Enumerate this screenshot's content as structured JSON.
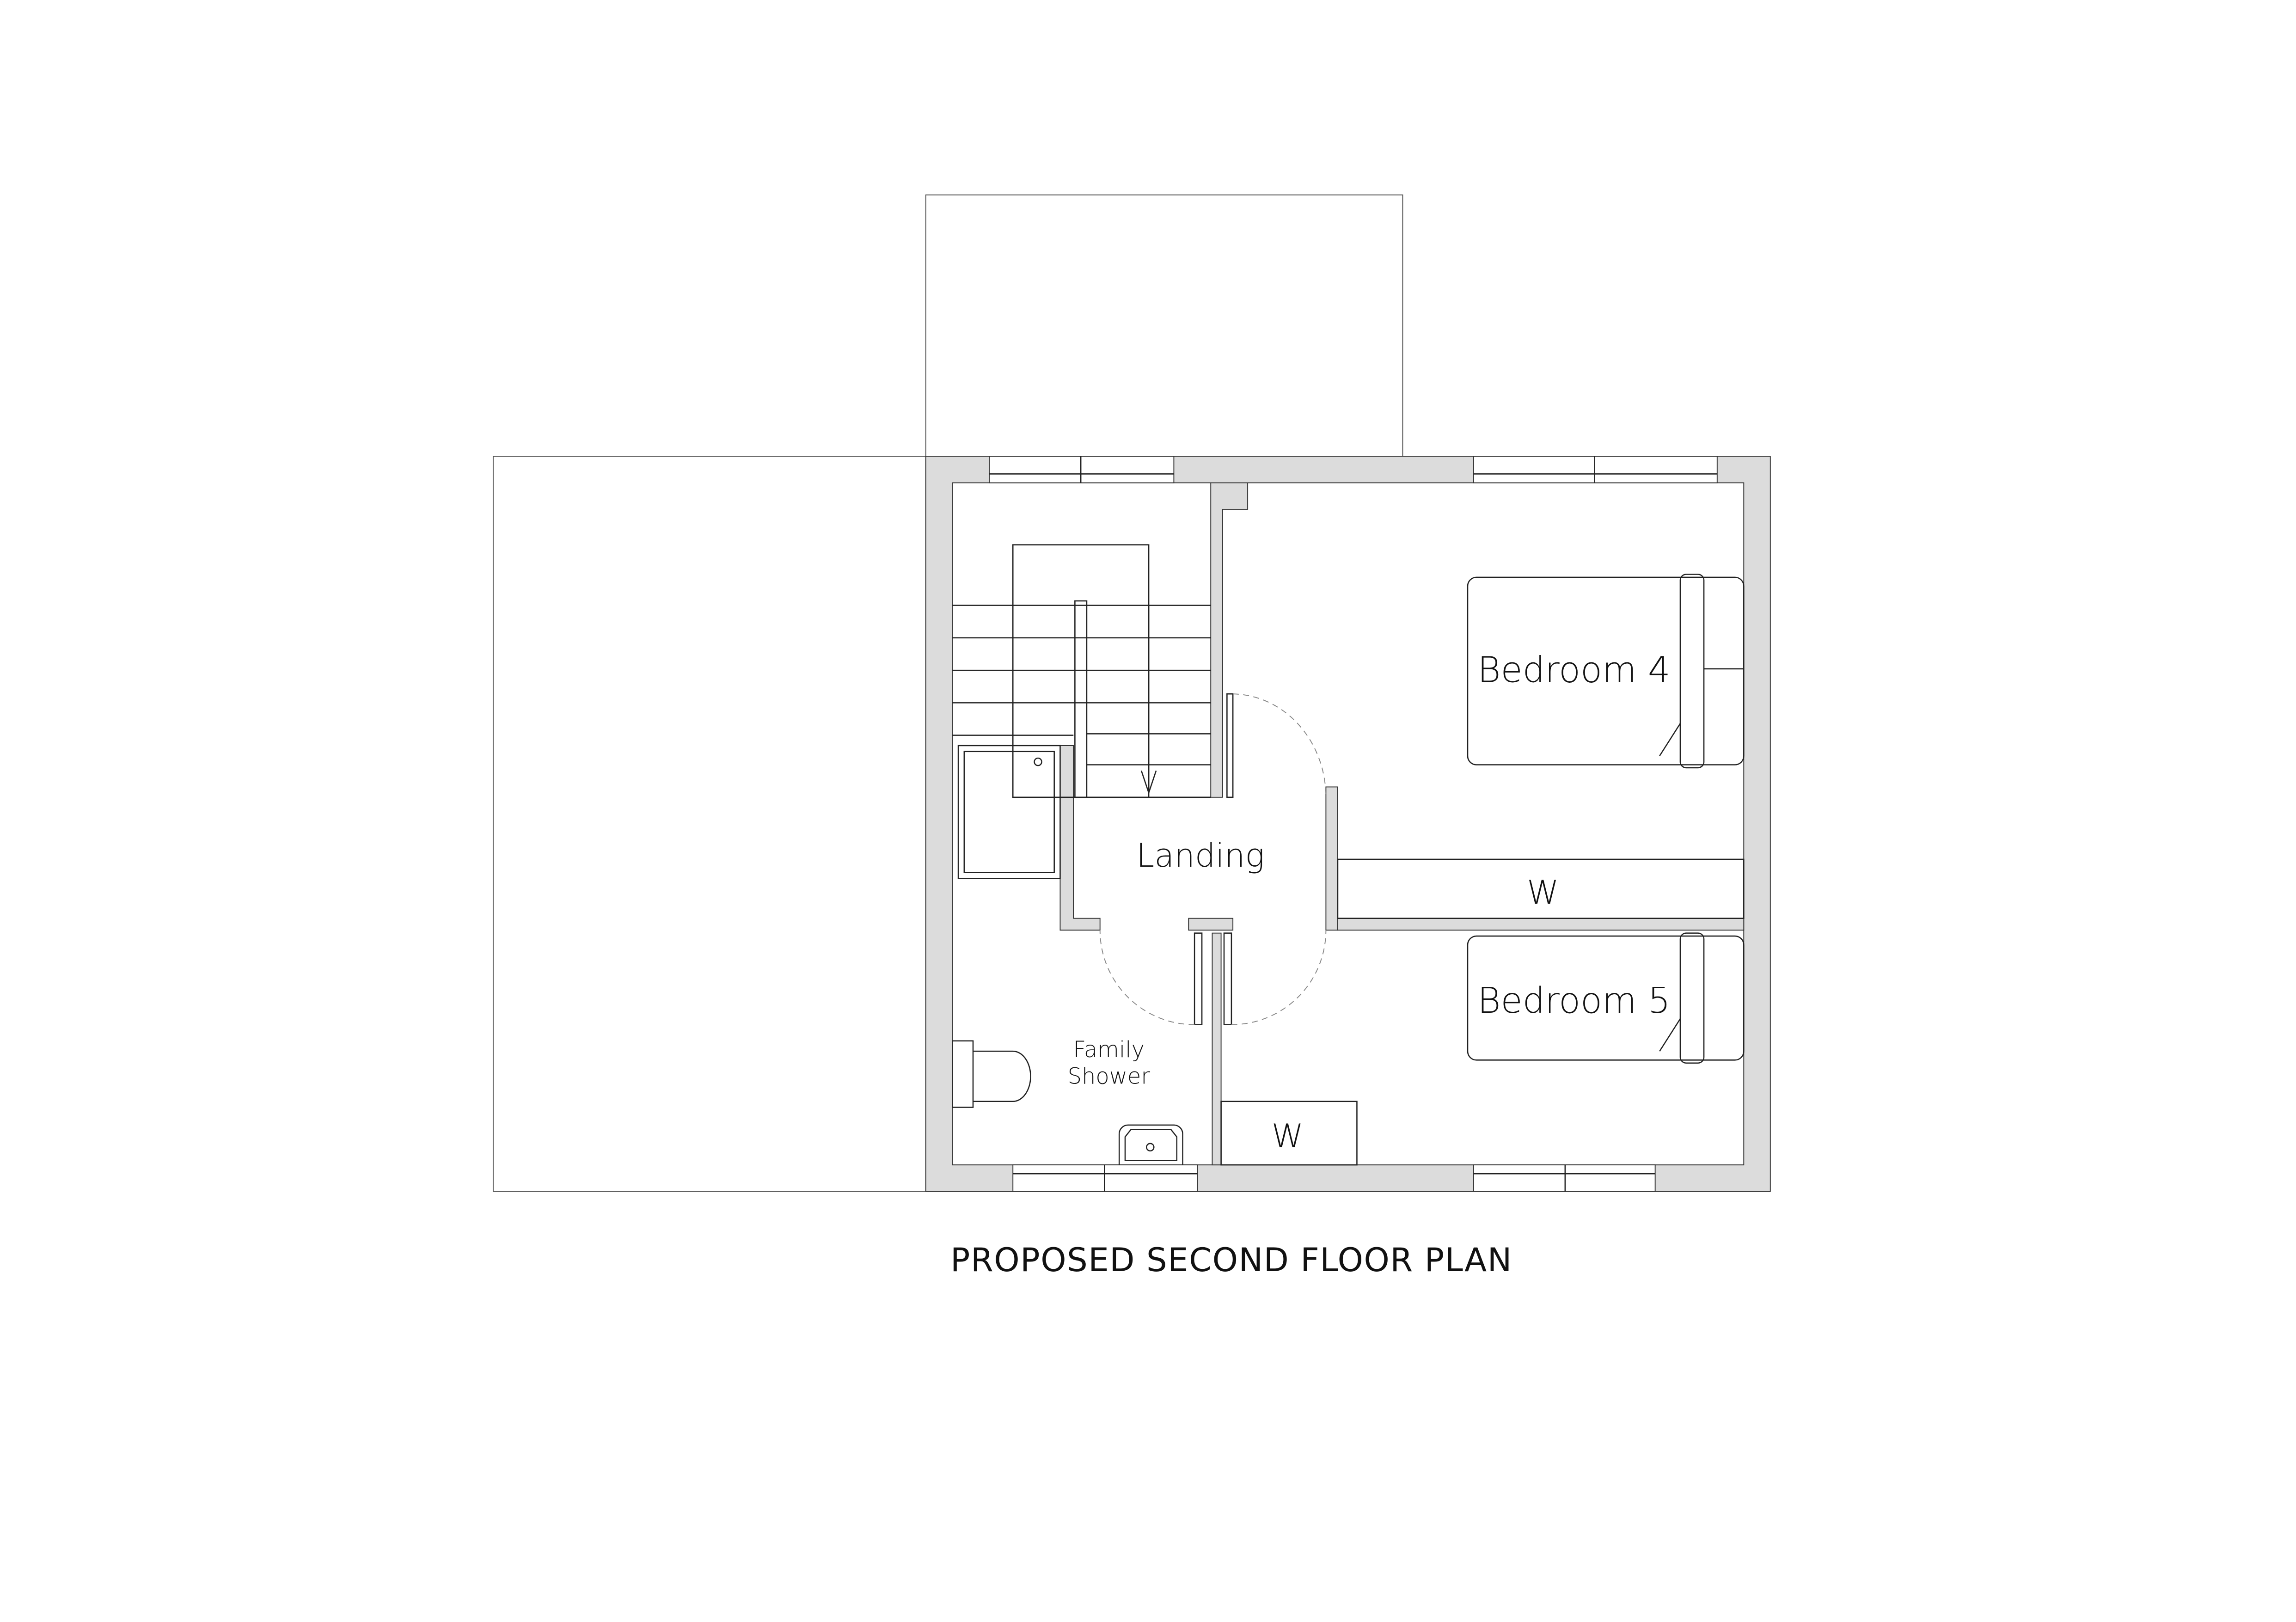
{
  "plan_title": "PROPOSED SECOND FLOOR PLAN",
  "rooms": {
    "bedroom_4": "Bedroom 4",
    "bedroom_5": "Bedroom 5",
    "landing": "Landing",
    "family_shower_line1": "Family",
    "family_shower_line2": "Shower",
    "wardrobe_1": "W",
    "wardrobe_2": "W"
  },
  "colors": {
    "wall_fill": "#dcdcdc",
    "line": "#222222"
  }
}
